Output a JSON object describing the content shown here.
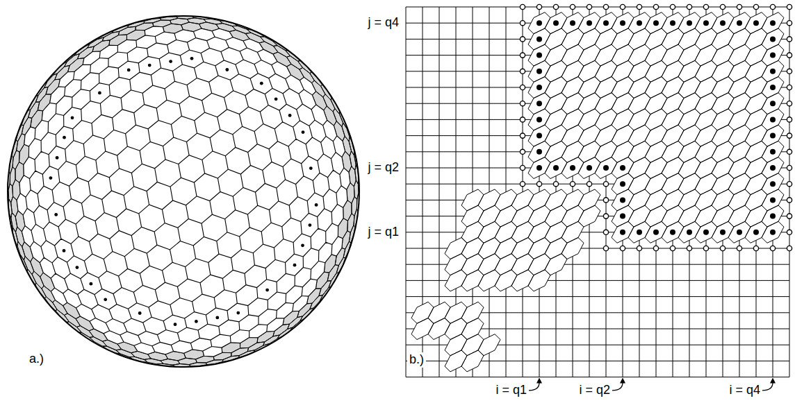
{
  "diagram": {
    "labels": [
      "a.)",
      "b.)",
      "j = q4",
      "j = q2",
      "j = q1",
      "i = q1",
      "i = q2",
      "i = q4"
    ]
  }
}
